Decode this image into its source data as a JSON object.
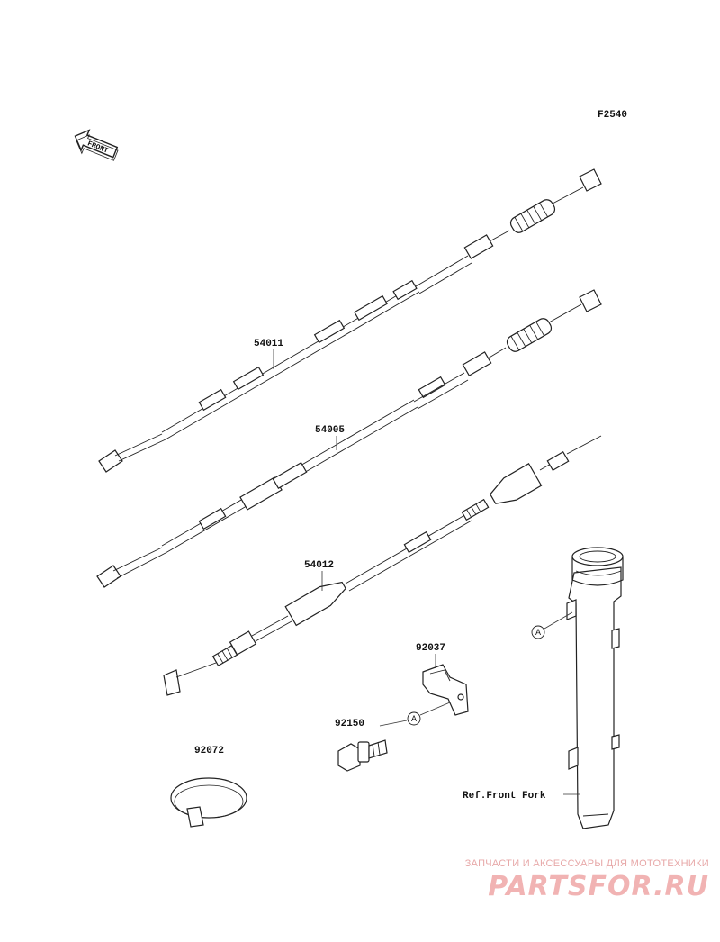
{
  "figure_id": "F2540",
  "front_arrow_text": "FRONT",
  "parts": {
    "p54011": "54011",
    "p54005": "54005",
    "p54012": "54012",
    "p92037": "92037",
    "p92150": "92150",
    "p92072": "92072"
  },
  "callout_letter": "A",
  "ref_label": "Ref.Front Fork",
  "watermark": {
    "tagline": "ЗАПЧАСТИ И АКСЕССУАРЫ ДЛЯ МОТОТЕХНИКИ",
    "logo": "PARTSFOR.RU"
  }
}
